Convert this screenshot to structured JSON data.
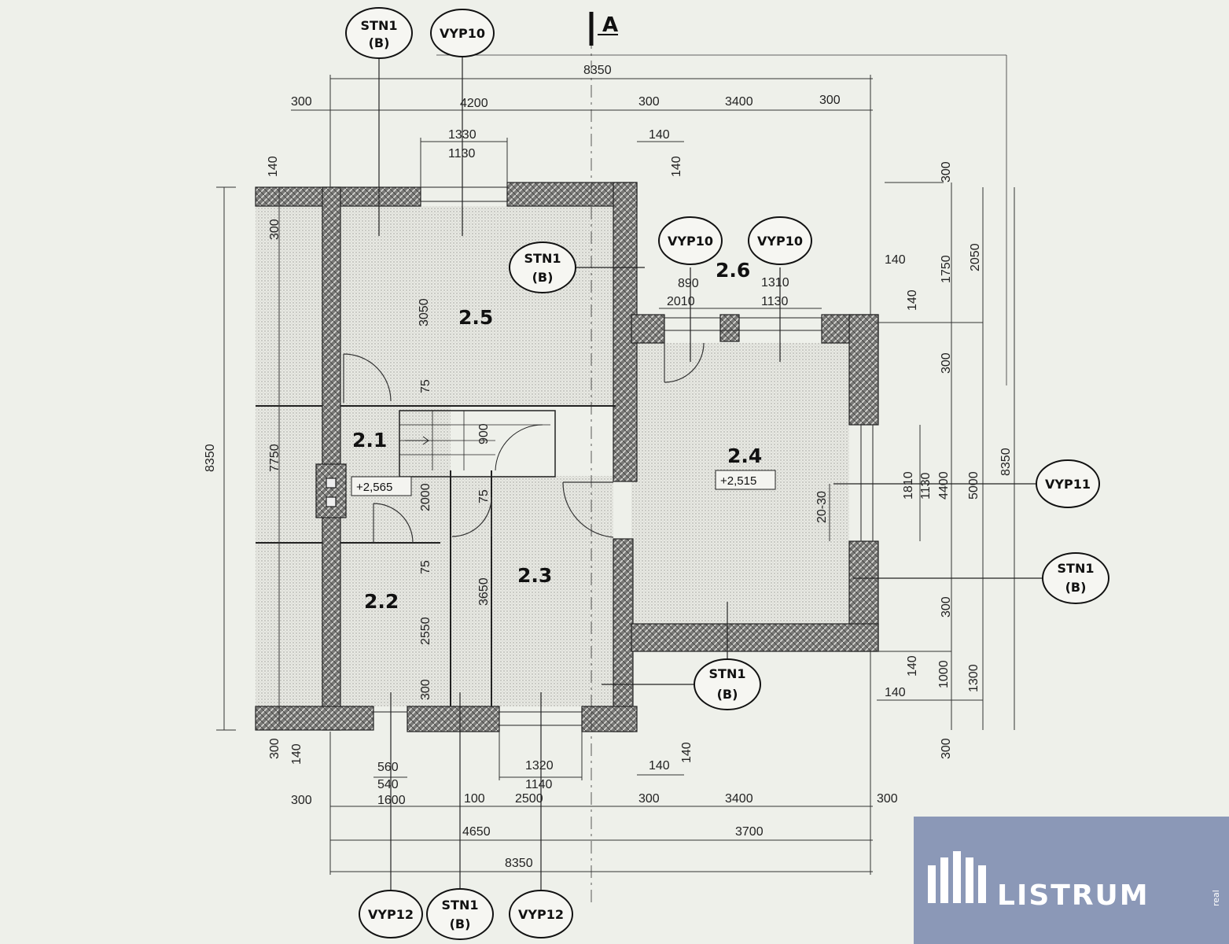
{
  "section_marker": "A",
  "rooms": [
    {
      "id": "2.1",
      "label": "2.1"
    },
    {
      "id": "2.2",
      "label": "2.2"
    },
    {
      "id": "2.3",
      "label": "2.3"
    },
    {
      "id": "2.4",
      "label": "2.4"
    },
    {
      "id": "2.5",
      "label": "2.5"
    },
    {
      "id": "2.6",
      "label": "2.6"
    }
  ],
  "levels": {
    "hall": "+2,565",
    "room_2_4": "+2,515"
  },
  "tags": {
    "stn1_top_line1": "STN1",
    "stn1_top_line2": "(B)",
    "vyp10_top": "VYP10",
    "stn1_room25_line1": "STN1",
    "stn1_room25_line2": "(B)",
    "vyp10_a": "VYP10",
    "vyp10_b": "VYP10",
    "vyp11": "VYP11",
    "stn1_right_line1": "STN1",
    "stn1_right_line2": "(B)",
    "stn1_mid_line1": "STN1",
    "stn1_mid_line2": "(B)",
    "vyp12_left": "VYP12",
    "stn1_bottom_line1": "STN1",
    "stn1_bottom_line2": "(B)",
    "vyp12_right": "VYP12"
  },
  "dimensions": {
    "top_total": "8350",
    "top_300_left": "300",
    "top_4200": "4200",
    "top_300_mid": "300",
    "top_3400": "3400",
    "top_300_right": "300",
    "top_1330": "1330",
    "top_1130": "1130",
    "top_140_a": "140",
    "top_140_b": "140",
    "top_140_left": "140",
    "win_890": "890",
    "win_2010": "2010",
    "win_1310": "1310",
    "win_1130": "1130",
    "left_8350": "8350",
    "left_7750": "7750",
    "left_300_top": "300",
    "left_300_bot": "300",
    "left_140_bot": "140",
    "int_3050": "3050",
    "int_75_a": "75",
    "int_900": "900",
    "int_2000": "2000",
    "int_75_b": "75",
    "int_75_c": "75",
    "int_3650": "3650",
    "int_2550": "2550",
    "int_300_bot": "300",
    "right_300_top": "300",
    "right_140_a": "140",
    "right_140_b": "140",
    "right_1750": "1750",
    "right_2050": "2050",
    "right_300_mid": "300",
    "right_1810": "1810",
    "right_1130": "1130",
    "right_4400": "4400",
    "right_5000": "5000",
    "right_8350": "8350",
    "right_20_30": "20-30",
    "right_300_low": "300",
    "right_140_c": "140",
    "right_1000": "1000",
    "right_1300": "1300",
    "right_140_d": "140",
    "right_300_bot": "300",
    "bot_560": "560",
    "bot_540": "540",
    "bot_1320": "1320",
    "bot_1140": "1140",
    "bot_140_a": "140",
    "bot_140_b": "140",
    "bot_300_a": "300",
    "bot_1600": "1600",
    "bot_100": "100",
    "bot_2500": "2500",
    "bot_300_b": "300",
    "bot_3400": "3400",
    "bot_300_c": "300",
    "bot_4650": "4650",
    "bot_3700": "3700",
    "bot_8350": "8350"
  },
  "watermark": {
    "brand": "LISTRUM",
    "suffix": "real"
  }
}
